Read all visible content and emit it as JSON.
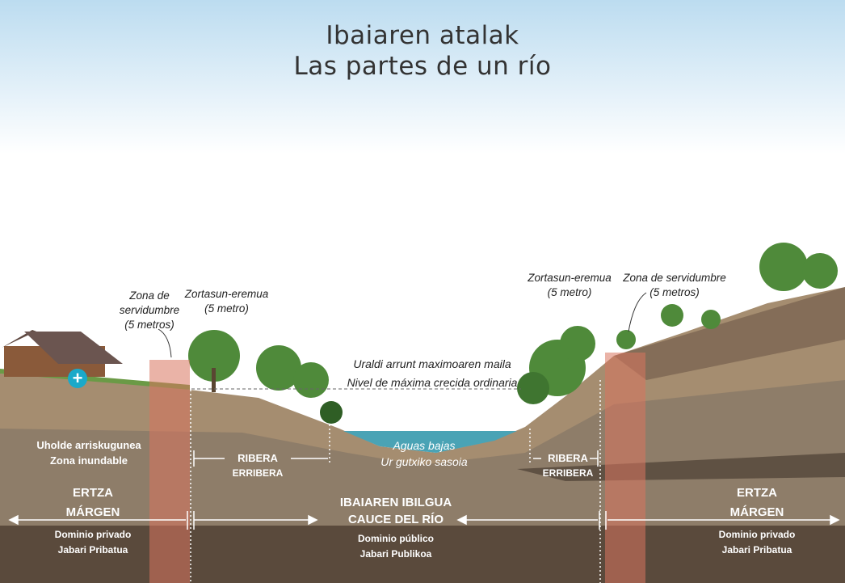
{
  "title": {
    "line1": "Ibaiaren atalak",
    "line2": "Las partes de un río"
  },
  "labels": {
    "servidumbre_left": {
      "line1": "Zona de",
      "line2": "servidumbre",
      "line3": "(5 metros)"
    },
    "zortasun_left": {
      "line1": "Zortasun-eremua",
      "line2": "(5 metro)"
    },
    "zortasun_right": {
      "line1": "Zortasun-eremua",
      "line2": "(5 metro)"
    },
    "servidumbre_right": {
      "line1": "Zona de servidumbre",
      "line2": "(5 metros)"
    },
    "flood_level": {
      "line1": "Uraldi arrunt maximoaren maila",
      "line2": "Nivel de máxima crecida ordinaria"
    },
    "flood_zone": {
      "line1": "Uholde arriskugunea",
      "line2": "Zona inundable"
    },
    "ribera_left": {
      "line1": "RIBERA",
      "line2": "ERRIBERA"
    },
    "ribera_right": {
      "line1": "RIBERA",
      "line2": "ERRIBERA"
    },
    "low_water": {
      "line1": "Aguas bajas",
      "line2": "Ur gutxiko sasoia"
    },
    "margin_left": {
      "line1": "ERTZA",
      "line2": "MÁRGEN",
      "line3": "Dominio privado",
      "line4": "Jabari Pribatua"
    },
    "riverbed": {
      "line1": "IBAIAREN IBILGUA",
      "line2": "CAUCE DEL RÍO",
      "line3": "Dominio público",
      "line4": "Jabari Publikoa"
    },
    "margin_right": {
      "line1": "ERTZA",
      "line2": "MÁRGEN",
      "line3": "Dominio privado",
      "line4": "Jabari Pribatua"
    }
  },
  "colors": {
    "water": "#4aa3b5",
    "servidumbre": "#e8a090",
    "plus": "#1aa9c9"
  }
}
